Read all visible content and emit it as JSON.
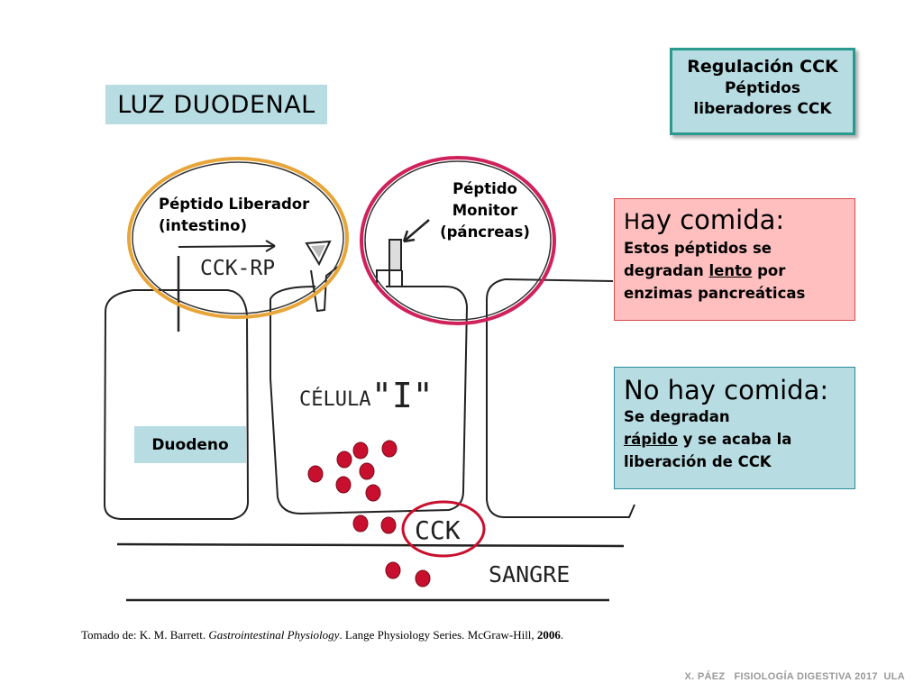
{
  "luz_label": "LUZ DUODENAL",
  "reg_box": {
    "title": "Regulación CCK",
    "line1": "Péptidos",
    "line2": "liberadores CCK"
  },
  "food_box": {
    "heading_first": "H",
    "heading_rest": "ay comida:",
    "line1": "Estos péptidos se",
    "line2_a": "degradan ",
    "line2_b": "lento",
    "line2_c": " por",
    "line3": "enzimas pancreáticas"
  },
  "nofood_box": {
    "heading": "No hay comida:",
    "line1": "Se degradan",
    "line2_a": "rápido",
    "line2_b": " y se acaba la",
    "line3": "liberación de CCK"
  },
  "peptide_liberador": {
    "line1": "Péptido Liberador",
    "line2": "(intestino)"
  },
  "peptide_monitor": {
    "line1": "Péptido",
    "line2": "Monitor",
    "line3": "(páncreas)"
  },
  "hand_labels": {
    "cck_rp": "CCK-RP",
    "celula": "CÉLULA",
    "celula_i": "\"I\"",
    "cck": "CCK",
    "sangre": "SANGRE"
  },
  "duodeno": "Duodeno",
  "citation": {
    "prefix": "Tomado de: K. M. Barrett. ",
    "book": "Gastrointestinal Physiology",
    "middle": ". Lange Physiology Series. McGraw-Hill, ",
    "year": "2006",
    "end": "."
  },
  "footer": "X. PÁEZ   FISIOLOGÍA DIGESTIVA 2017  ULA",
  "colors": {
    "teal_fill": "#b7dde3",
    "pink_fill": "#ffbfbf",
    "granule": "#c8102e",
    "ring_yellow": "#e8a63a",
    "ring_pink": "#d0225a"
  }
}
